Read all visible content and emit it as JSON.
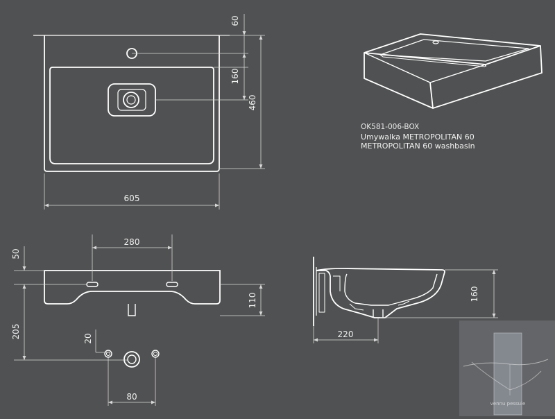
{
  "product": {
    "code": "OK581-006-BOX",
    "name_pl": "Umywalka METROPOLITAN 60",
    "name_en": "METROPOLITAN 60 washbasin"
  },
  "dimensions": {
    "top_offset": "60",
    "bowl_depth_top": "160",
    "depth": "460",
    "width": "605",
    "tap_spacing": "280",
    "front_top": "50",
    "front_height": "110",
    "drain_height": "205",
    "pipe_offset": "20",
    "pipe_spacing": "80",
    "side_height": "160",
    "side_depth": "220"
  },
  "watermark": {
    "text": "vennu pessule"
  },
  "colors": {
    "background": "#505152",
    "line": "#ffffff",
    "dimension": "#d8d8d8"
  }
}
